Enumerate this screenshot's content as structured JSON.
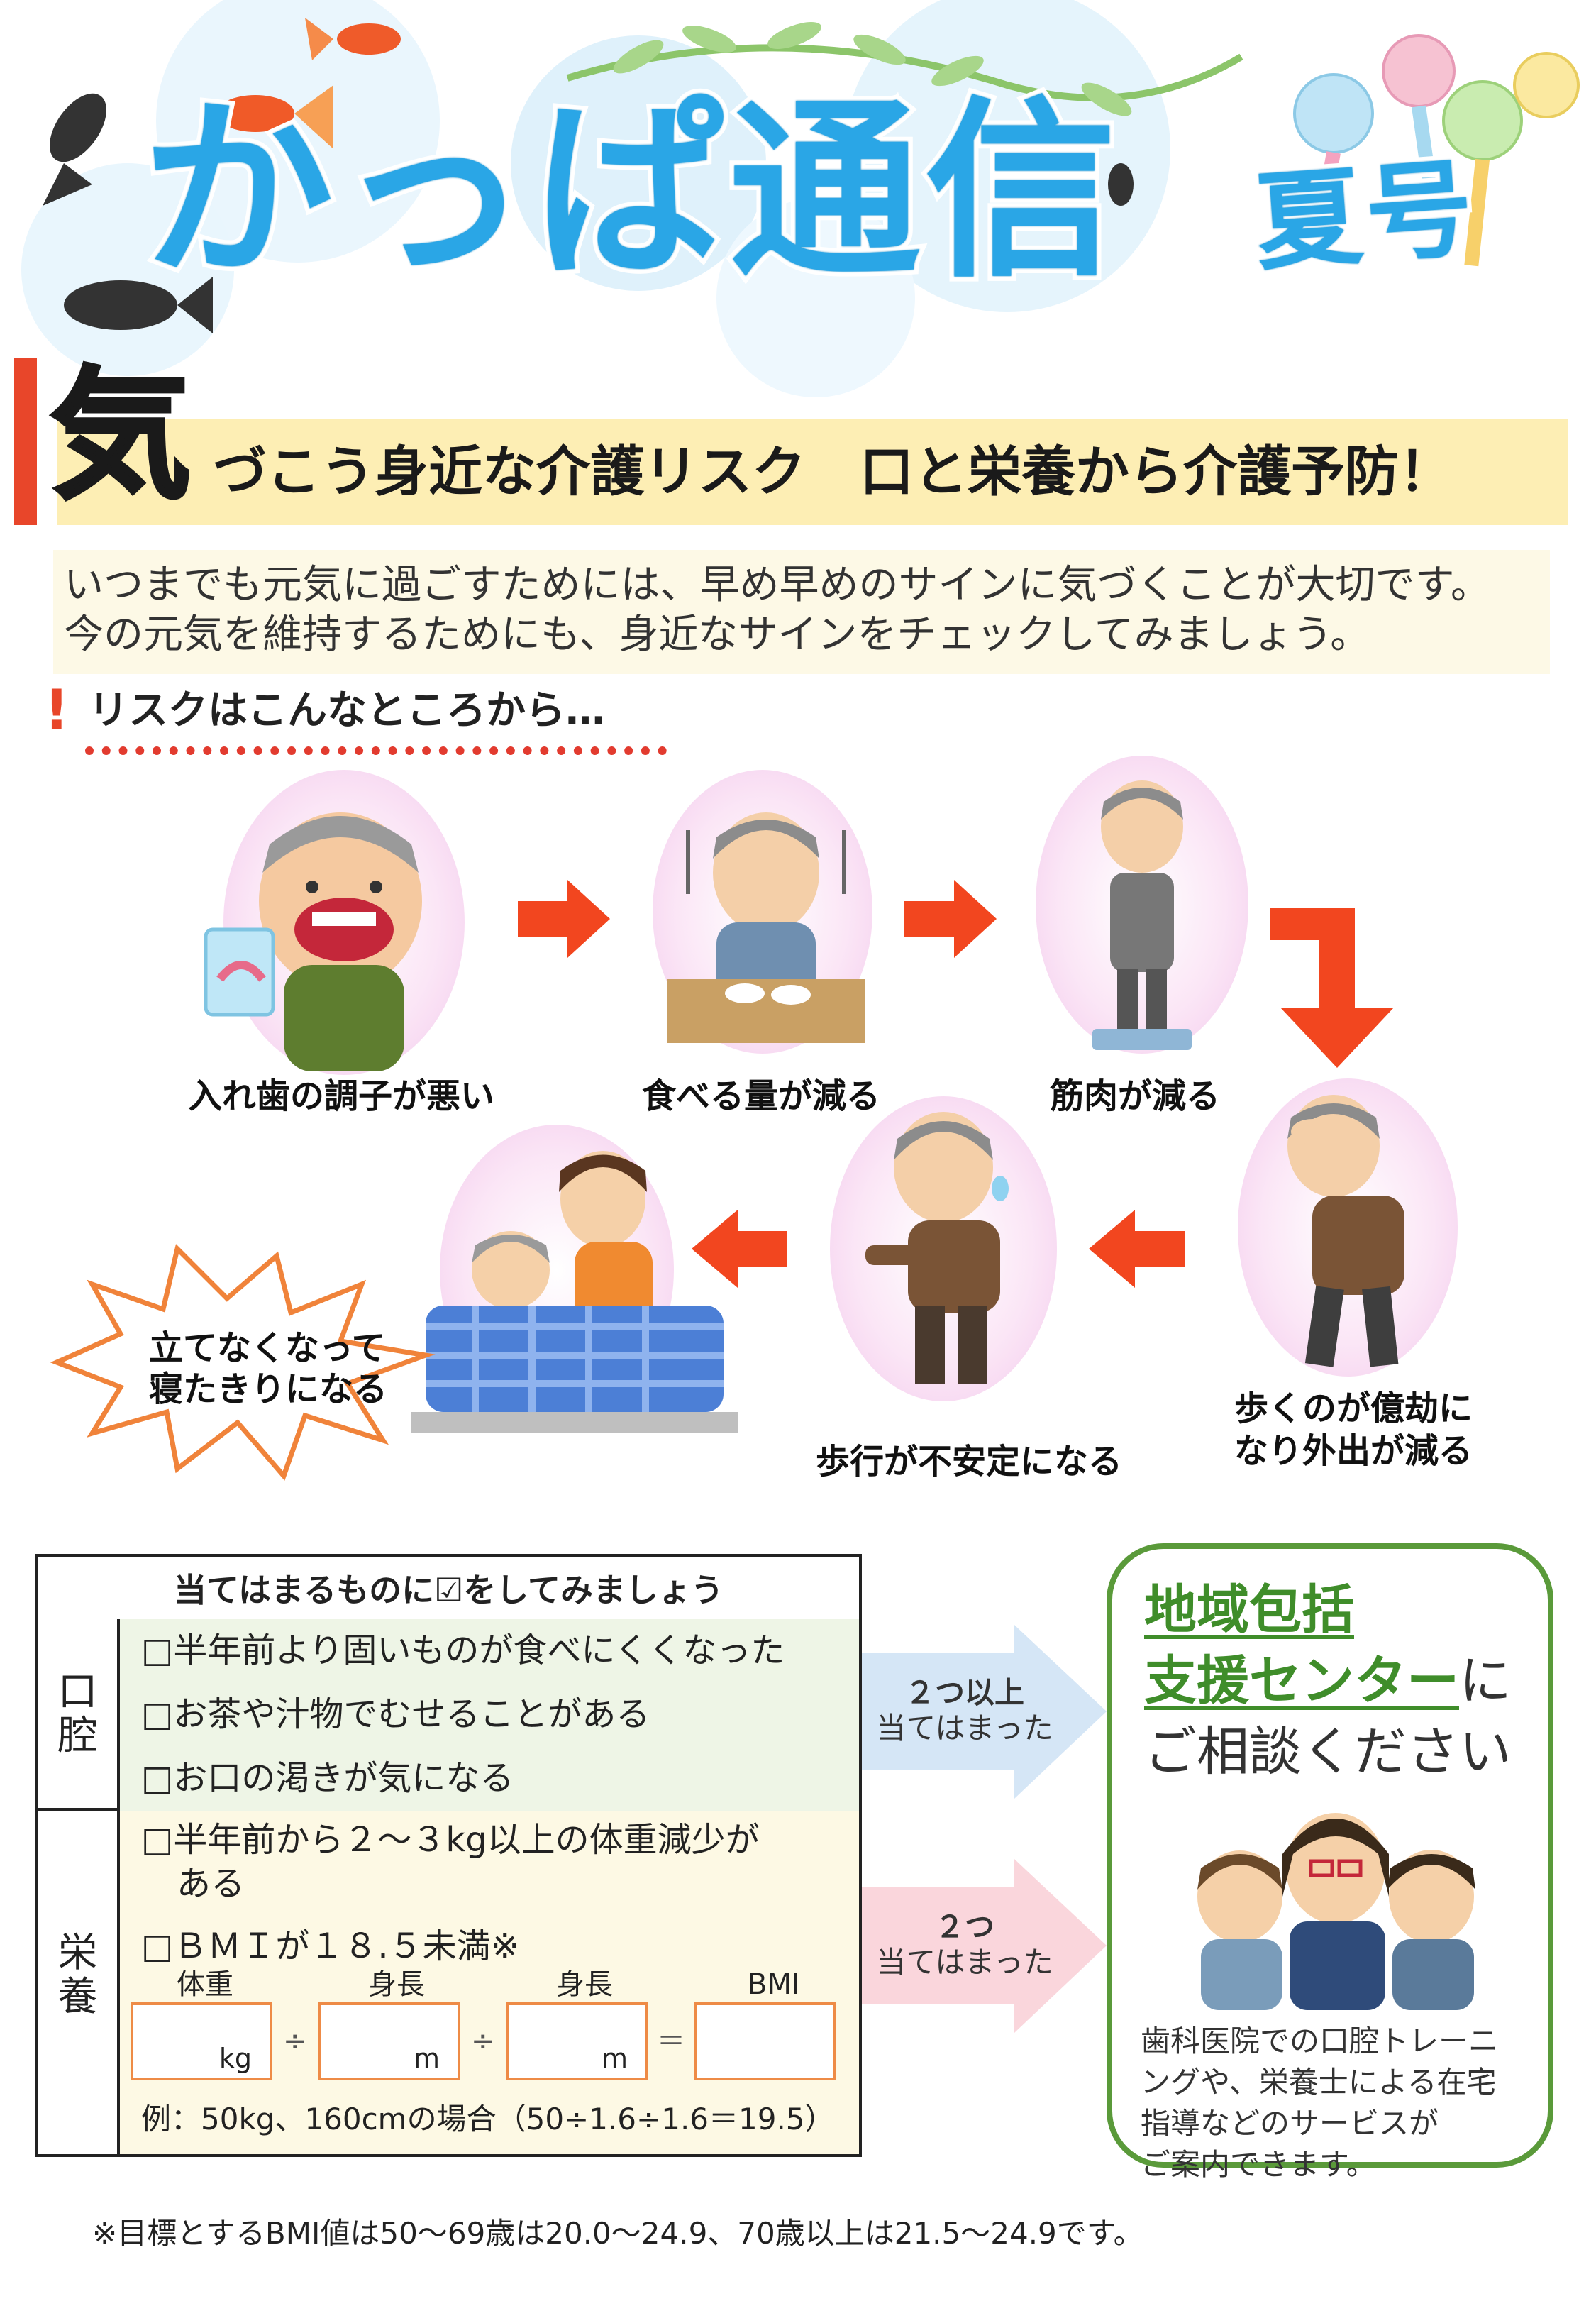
{
  "header": {
    "title": "かっぱ通信",
    "issue": "夏号"
  },
  "heading": {
    "first_char": "気",
    "rest": "づこう身近な介護リスク　口と栄養から介護予防！"
  },
  "intro": {
    "line1": "いつまでも元気に過ごすためには、早め早めのサインに気づくことが大切です。",
    "line2": "今の元気を維持するためにも、身近なサインをチェックしてみましょう。"
  },
  "risk": {
    "mark": "!",
    "title": "リスクはこんなところから…"
  },
  "flow": {
    "step1": "入れ歯の調子が悪い",
    "step2": "食べる量が減る",
    "step3": "筋肉が減る",
    "step4_line1": "歩くのが億劫に",
    "step4_line2": "なり外出が減る",
    "step5": "歩行が不安定になる",
    "step6_line1": "立てなくなって",
    "step6_line2": "寝たきりになる"
  },
  "checklist": {
    "header": "当てはまるものに☑をしてみましょう",
    "oral_category": "口\n腔",
    "nutrition_category": "栄\n養",
    "oral_items": [
      "□半年前より固いものが食べにくくなった",
      "□お茶や汁物でむせることがある",
      "□お口の渇きが気になる"
    ],
    "nutrition_item1_line1": "□半年前から２～３kg以上の体重減少が",
    "nutrition_item1_line2": "ある",
    "nutrition_item2": "□ＢＭＩが１８.５未満※",
    "calc": {
      "weight_label": "体重",
      "height_label1": "身長",
      "height_label2": "身長",
      "bmi_label": "BMI",
      "unit_kg": "kg",
      "unit_m1": "m",
      "unit_m2": "m",
      "op_div1": "÷",
      "op_div2": "÷",
      "op_eq": "＝"
    },
    "example": "例：50kg、160cmの場合（50÷1.6÷1.6＝19.5）"
  },
  "arrows": {
    "upper_line1": "２つ以上",
    "upper_line2": "当てはまった",
    "lower_line1": "２つ",
    "lower_line2": "当てはまった"
  },
  "consult": {
    "line1": "地域包括",
    "line2_green": "支援センター",
    "line2_dark": "に",
    "line3": "ご相談ください",
    "desc": [
      "歯科医院での口腔トレーニ",
      "ングや、栄養士による在宅",
      "指導などのサービスが",
      "ご案内できます。"
    ]
  },
  "footnote": "※目標とするBMI値は50～69歳は20.0～24.9、70歳以上は21.5～24.9です。",
  "colors": {
    "title_blue": "#2aa6e6",
    "accent_red": "#e8462a",
    "heading_yellow": "#fdeeb4",
    "consult_green": "#3f8d2a",
    "arrow_blue": "#d5e6f6",
    "arrow_pink": "#fad6dc"
  }
}
